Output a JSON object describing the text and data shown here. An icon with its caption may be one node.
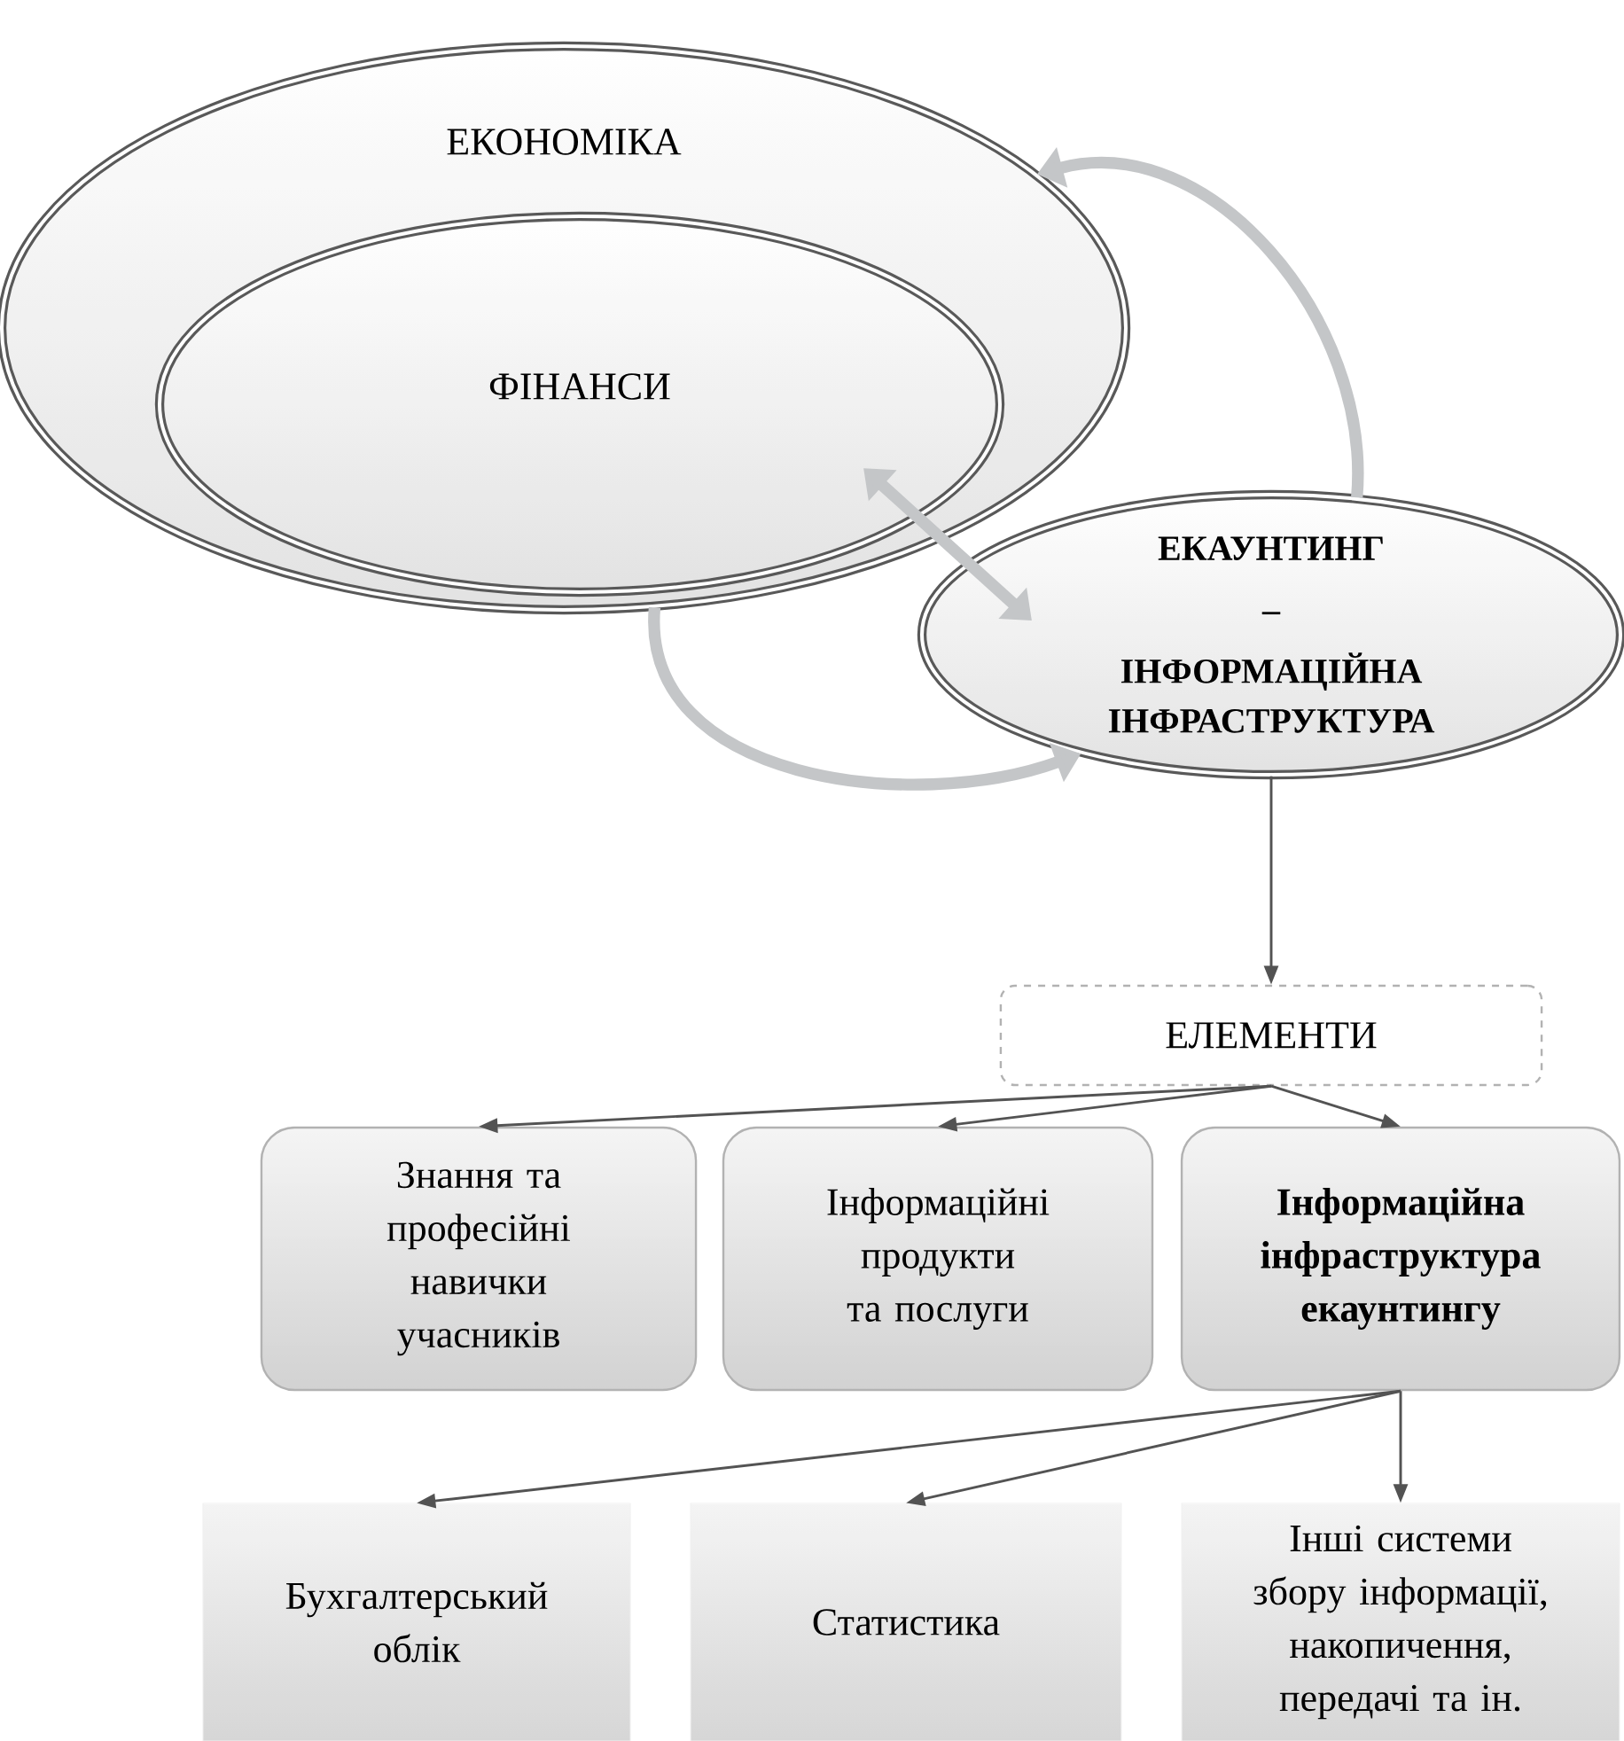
{
  "diagram": {
    "nodes": [
      {
        "text": [
          "ЕКОНОМІКА"
        ]
      },
      {
        "text": [
          "ФІНАНСИ"
        ],
        "in": 0
      },
      {
        "text": [
          "ЕКАУНТИНГ",
          "–",
          "ІНФОРМАЦІЙНА ІНФРАСТРУКТУРА"
        ]
      },
      {
        "text": [
          "ЕЛЕМЕНТИ"
        ]
      },
      {
        "text": [
          "Знання та професійні навички учасників"
        ]
      },
      {
        "text": [
          "Інформаційні продукти та послуги"
        ]
      },
      {
        "text": [
          "Інформаційна інфраструктура екаунтингу"
        ]
      },
      {
        "text": [
          "Бухгалтерський облік"
        ]
      },
      {
        "text": [
          "Статистика"
        ]
      },
      {
        "text": [
          "Інші системи збору інформації, накопичення, передачі та ін."
        ]
      }
    ],
    "edges": [
      {
        "from": 2,
        "to": 0,
        "arrow": "to",
        "style": "thick",
        "color": "#c4c6c8"
      },
      {
        "from": 0,
        "to": 2,
        "arrow": "to",
        "style": "thick",
        "color": "#c4c6c8"
      },
      {
        "from": 1,
        "to": 2,
        "arrow": "both",
        "style": "thick",
        "color": "#c4c6c8"
      },
      {
        "from": 2,
        "to": 3,
        "arrow": "to"
      },
      {
        "from": 3,
        "to": 4,
        "arrow": "to"
      },
      {
        "from": 3,
        "to": 5,
        "arrow": "to"
      },
      {
        "from": 3,
        "to": 6,
        "arrow": "to"
      },
      {
        "from": 6,
        "to": 7,
        "arrow": "to"
      },
      {
        "from": 6,
        "to": 8,
        "arrow": "to"
      },
      {
        "from": 6,
        "to": 9,
        "arrow": "to"
      }
    ]
  }
}
